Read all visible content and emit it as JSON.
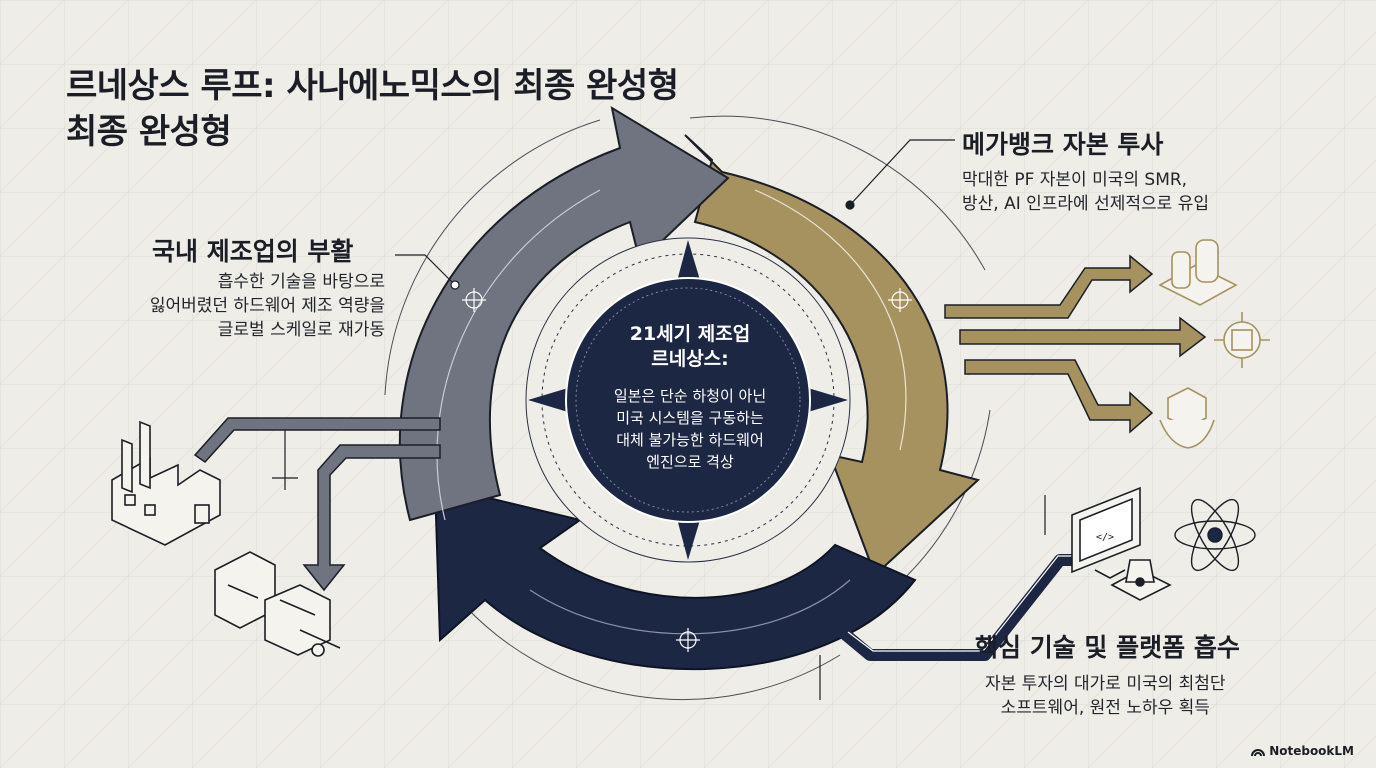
{
  "title": {
    "line1": "르네상스 루프: 사나에노믹스의 최종 완성형",
    "line2": "최종 완성형"
  },
  "center": {
    "title_line1": "21세기 제조업",
    "title_line2": "르네상스:",
    "body_lines": [
      "일본은 단순 하청이 아닌",
      "미국 시스템을 구동하는",
      "대체 불가능한 하드웨어",
      "엔진으로 격상"
    ]
  },
  "stages": {
    "capital": {
      "heading": "메가뱅크 자본 투사",
      "lines": [
        "막대한 PF 자본이 미국의 SMR,",
        "방산, AI 인프라에 선제적으로 유입"
      ]
    },
    "tech": {
      "heading": "핵심 기술 및 플랫폼 흡수",
      "lines": [
        "자본 투자의 대가로 미국의 최첨단",
        "소프트웨어, 원전 노하우 획득"
      ]
    },
    "manufacturing": {
      "heading": "국내 제조업의 부활",
      "lines": [
        "흡수한 기술을 바탕으로",
        "잃어버렸던 하드웨어 제조 역량을",
        "글로벌 스케일로 재가동"
      ]
    }
  },
  "colors": {
    "gold": "#a6925e",
    "navy": "#1c2744",
    "slate": "#6f7480",
    "background": "#eeede7"
  },
  "icons": {
    "capital_targets": [
      "smr-reactor-icon",
      "defense-chip-icon",
      "ai-infrastructure-icon"
    ],
    "tech_sources": [
      "software-monitor-icon",
      "atom-icon",
      "nuclear-plant-icon"
    ],
    "manufacturing_outputs": [
      "factory-icon",
      "machinery-icon"
    ]
  },
  "brand": "NotebookLM"
}
